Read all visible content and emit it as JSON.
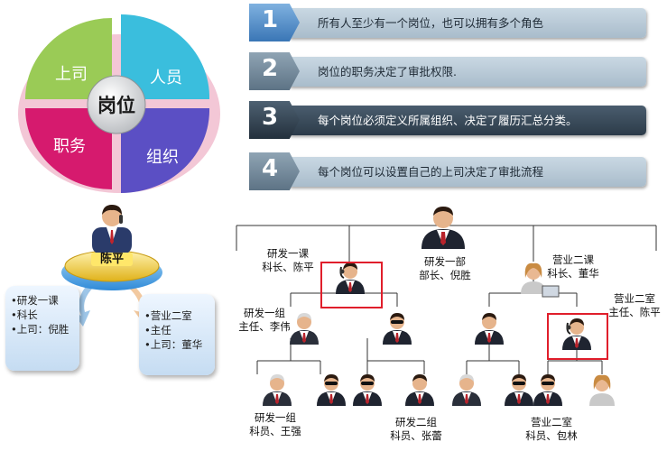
{
  "pie": {
    "center": "岗位",
    "top_left": "上司",
    "top_right": "人员",
    "bottom_left": "职务",
    "bottom_right": "组织",
    "colors": {
      "green": "#8cc43f",
      "cyan": "#1fb6d9",
      "purple": "#5b4fc4",
      "magenta": "#d61a6e"
    }
  },
  "steps": [
    {
      "num": "1",
      "text": "所有人至少有一个岗位，也可以拥有多个角色"
    },
    {
      "num": "2",
      "text": "岗位的职务决定了审批权限."
    },
    {
      "num": "3",
      "text": "每个岗位必须定义所属组织、决定了履历汇总分类。"
    },
    {
      "num": "4",
      "text": "每个岗位可以设置自己的上司决定了审批流程"
    }
  ],
  "person": {
    "name": "陈平",
    "left_box": [
      "•研发一课",
      "•科长",
      "•上司：倪胜"
    ],
    "right_box": [
      "•营业二室",
      "•主任",
      "•上司：董华"
    ]
  },
  "org": {
    "head": [
      "研发一部",
      "部长、倪胜"
    ],
    "dev1_section": [
      "研发一课",
      "科长、陈平"
    ],
    "sales2_section": [
      "营业二课",
      "科长、董华"
    ],
    "dev_group1": [
      "研发一组",
      "主任、李伟"
    ],
    "sales2_room": [
      "营业二室",
      "主任、陈平"
    ],
    "bottom_dev1": [
      "研发一组",
      "科员、王强"
    ],
    "bottom_dev2": [
      "研发二组",
      "科员、张蕾"
    ],
    "bottom_sales": [
      "营业二室",
      "科员、包林"
    ]
  }
}
